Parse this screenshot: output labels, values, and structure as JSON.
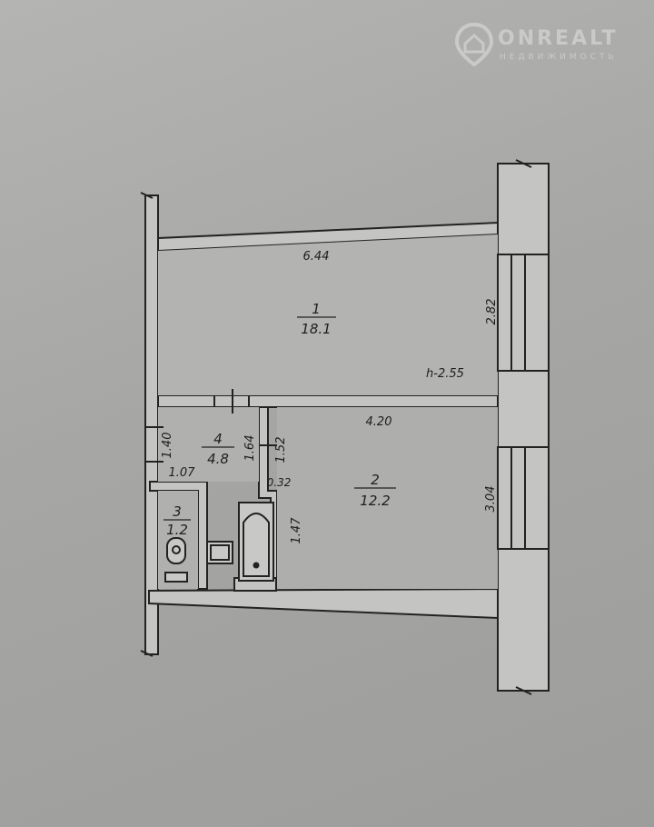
{
  "watermark": {
    "brand": "ONREALT",
    "subtitle": "НЕДВИЖИМОСТЬ"
  },
  "plan": {
    "rooms": [
      {
        "number": "1",
        "area": "18.1"
      },
      {
        "number": "2",
        "area": "12.2"
      },
      {
        "number": "3",
        "area": "1.2"
      },
      {
        "number": "4",
        "area": "4.8"
      }
    ],
    "dimensions": {
      "room1_width": "6.44",
      "room1_depth": "2.82",
      "ceiling_height": "h-2.55",
      "room2_width": "4.20",
      "room2_depth": "3.04",
      "room2_a": "1.52",
      "room2_b": "0.32",
      "room2_c": "1.47",
      "hall_a": "1.40",
      "hall_b": "1.07",
      "hall_c": "1.64"
    }
  }
}
